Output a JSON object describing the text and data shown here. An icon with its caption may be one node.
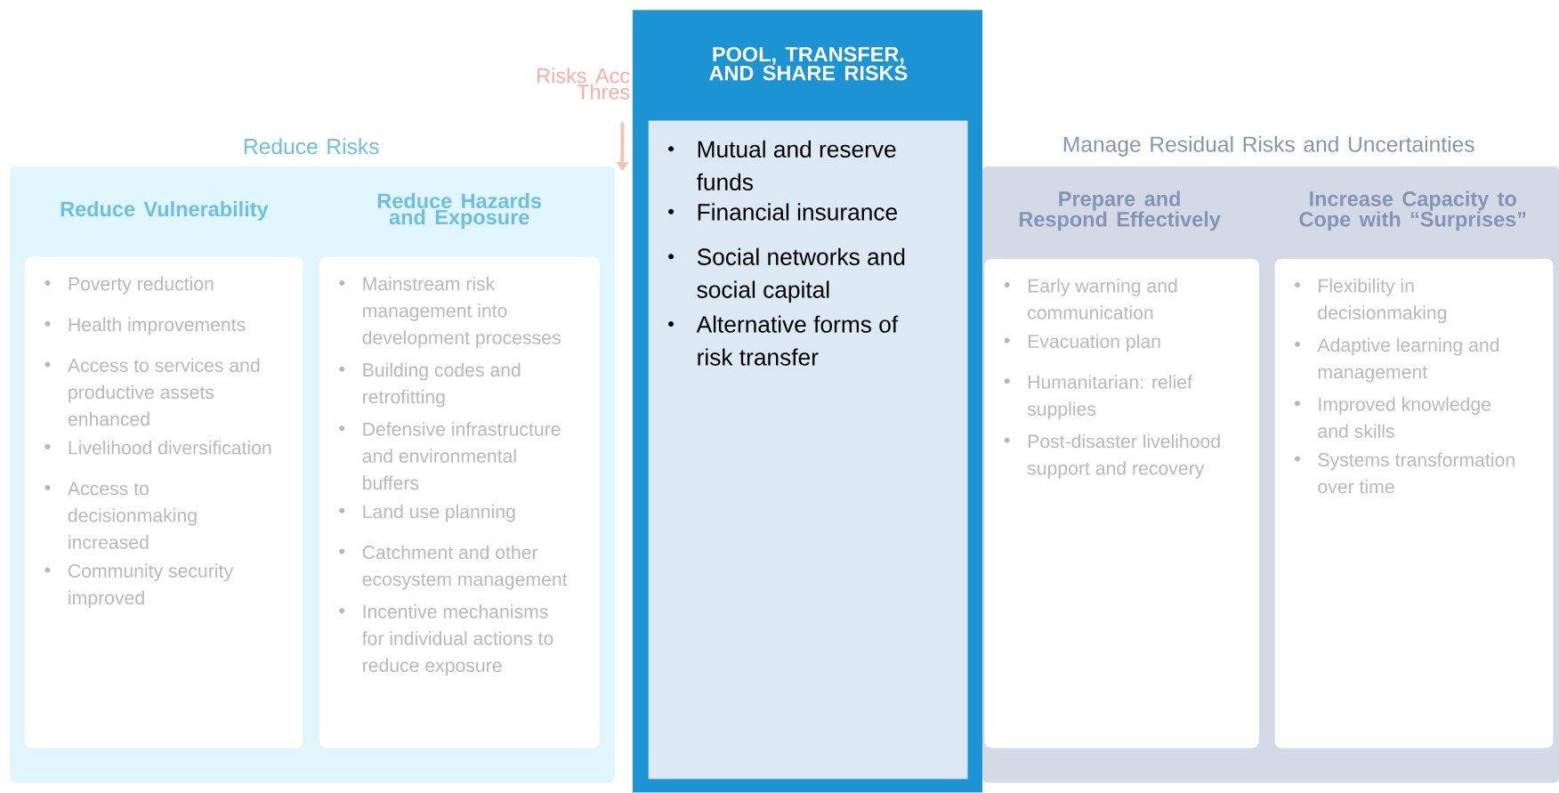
{
  "diagram": {
    "nodes": [
      {
        "text": [
          "Reduce Risks"
        ]
      },
      {
        "text": [
          "Reduce Vulnerability",
          "Poverty reduction",
          "Health improvements",
          "Access to services and productive assets enhanced",
          "Livelihood diversification",
          "Access to decisionmaking increased",
          "Community security improved"
        ],
        "in": 0
      },
      {
        "text": [
          "Reduce Hazards and Exposure",
          "Mainstream risk management into development processes",
          "Building codes and retrofitting",
          "Defensive infrastructure and environmental buffers",
          "Land use planning",
          "Catchment and other ecosystem management",
          "Incentive mechanisms for individual actions to reduce exposure"
        ],
        "in": 0
      },
      {
        "text": [
          "POOL, TRANSFER, AND SHARE RISKS"
        ]
      },
      {
        "text": [
          "Mutual and reserve funds",
          "Financial insurance",
          "Social networks and social capital",
          "Alternative forms of risk transfer"
        ],
        "in": 3
      },
      {
        "text": [
          "Manage Residual Risks and Uncertainties"
        ]
      },
      {
        "text": [
          "Prepare and Respond Effectively",
          "Early warning and communication",
          "Evacuation plan",
          "Humanitarian: relief supplies",
          "Post-disaster livelihood support and recovery"
        ],
        "in": 5
      },
      {
        "text": [
          "Increase Capacity to Cope with “Surprises”",
          "Flexibility in decisionmaking",
          "Adaptive learning and management",
          "Improved knowledge and skills",
          "Systems transformation over time"
        ],
        "in": 5
      }
    ],
    "labels": [
      "Risks Acc Thres"
    ]
  }
}
